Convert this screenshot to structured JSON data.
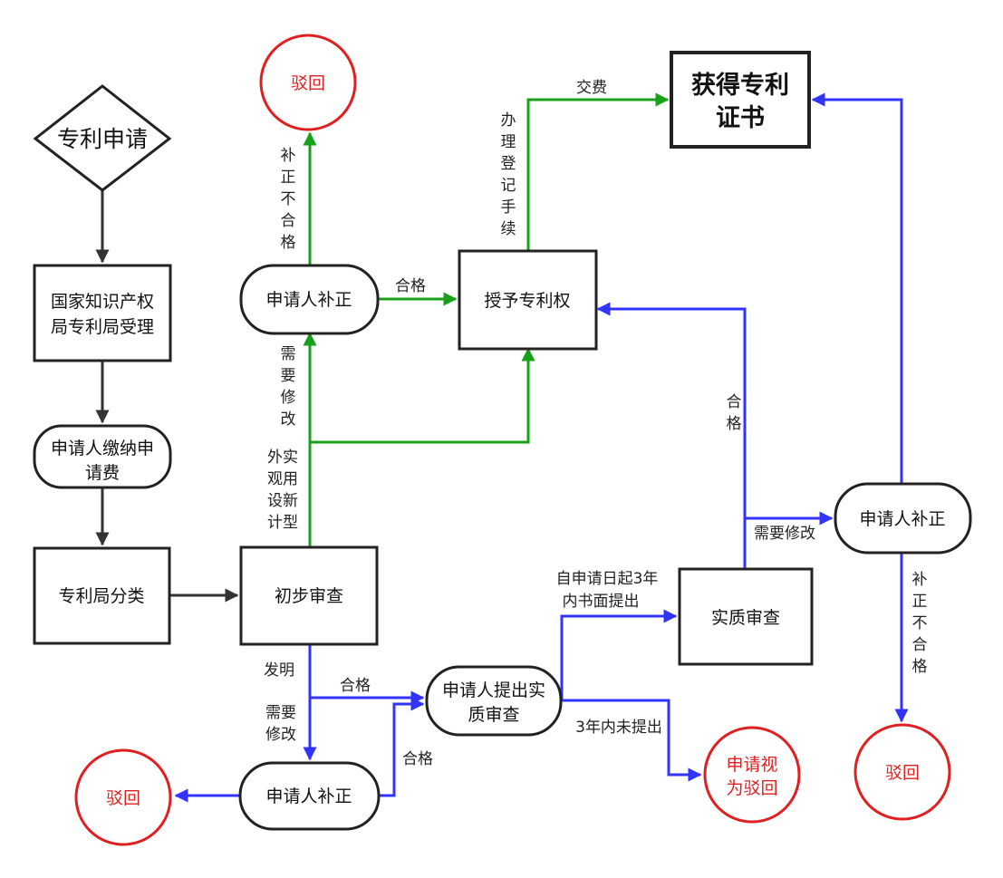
{
  "nodes": {
    "start": "专利申请",
    "accept": [
      "国家知识产权",
      "局专利局受理"
    ],
    "pay_fee": [
      "申请人缴纳申",
      "请费"
    ],
    "classify": "专利局分类",
    "prelim_exam": "初步审查",
    "correct_top": "申请人补正",
    "reject_top": "驳回",
    "grant": "授予专利权",
    "certificate": [
      "获得专利",
      "证书"
    ],
    "correct_bottom": "申请人补正",
    "reject_left": "驳回",
    "request_exam": [
      "申请人提出实",
      "质审查"
    ],
    "substantive_exam": "实质审查",
    "deemed_withdrawn": [
      "申请视",
      "为驳回"
    ],
    "correct_right": "申请人补正",
    "reject_right": "驳回"
  },
  "labels": {
    "uncorrected_top": [
      "补",
      "正",
      "不",
      "合",
      "格"
    ],
    "pass_top": "合格",
    "needs_mod_top": [
      "需",
      "要",
      "修",
      "改"
    ],
    "design_utility": [
      "外实",
      "观用",
      "设新",
      "计型"
    ],
    "register": [
      "办",
      "理",
      "登",
      "记",
      "手",
      "续"
    ],
    "pay": "交费",
    "invention": "发明",
    "pass_mid": "合格",
    "needs_mod_bottom": [
      "需要",
      "修改"
    ],
    "pass_bottom": "合格",
    "within_3y": [
      "自申请日起3年",
      "内书面提出"
    ],
    "not_within_3y": "3年内未提出",
    "pass_right": [
      "合",
      "格"
    ],
    "needs_mod_right": "需要修改",
    "uncorrected_right": [
      "补",
      "正",
      "不",
      "合",
      "格"
    ]
  },
  "colors": {
    "black_edge": "#333333",
    "green_edge": "#17a11a",
    "blue_edge": "#3333ff",
    "reject_red": "#e02020"
  }
}
